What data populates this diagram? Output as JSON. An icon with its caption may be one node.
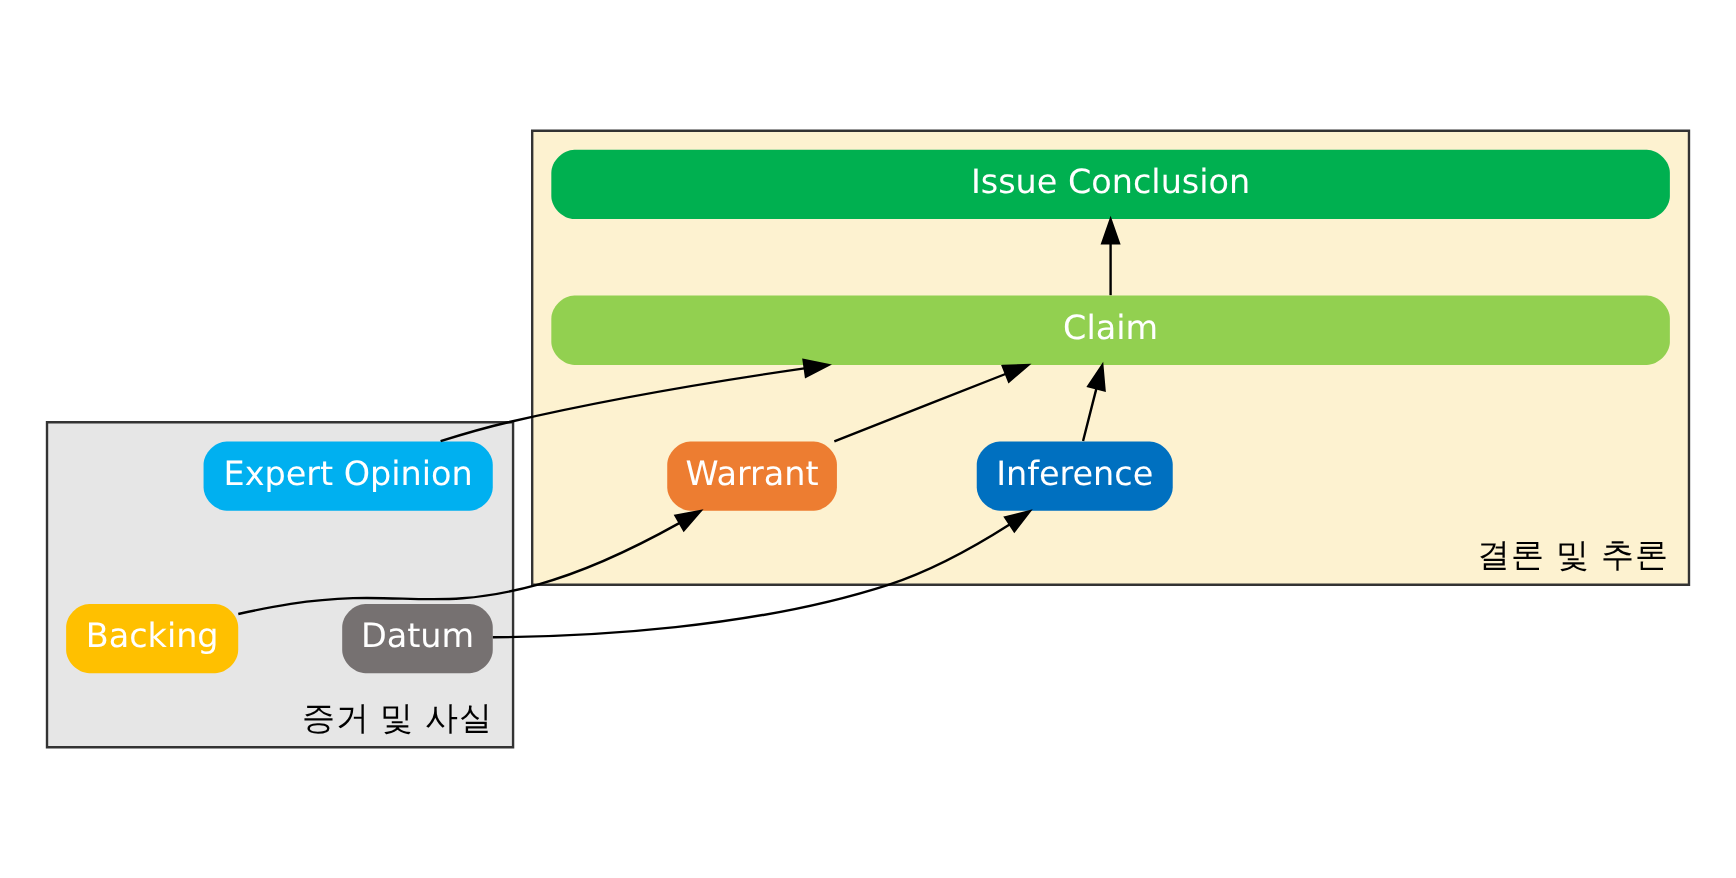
{
  "diagram": {
    "nodes": [
      {
        "text": [
          "결론 및 추론"
        ]
      },
      {
        "text": [
          "Issue Conclusion"
        ],
        "in": 0
      },
      {
        "text": [
          "Claim"
        ],
        "in": 0
      },
      {
        "text": [
          "Inference"
        ],
        "in": 0
      },
      {
        "text": [
          "Warrant"
        ],
        "in": 0
      },
      {
        "text": [
          "증거 및 사실"
        ]
      },
      {
        "text": [
          "Datum"
        ],
        "in": 5
      },
      {
        "text": [
          "Backing"
        ],
        "in": 5
      },
      {
        "text": [
          "Expert Opinion"
        ],
        "in": 5
      }
    ],
    "edges": [
      {
        "from": 2,
        "to": 1,
        "arrow": "to"
      },
      {
        "from": 3,
        "to": 2,
        "arrow": "to"
      },
      {
        "from": 4,
        "to": 2,
        "arrow": "to"
      },
      {
        "from": 8,
        "to": 2,
        "arrow": "to"
      },
      {
        "from": 6,
        "to": 3,
        "arrow": "to"
      },
      {
        "from": 7,
        "to": 4,
        "arrow": "to"
      }
    ]
  }
}
